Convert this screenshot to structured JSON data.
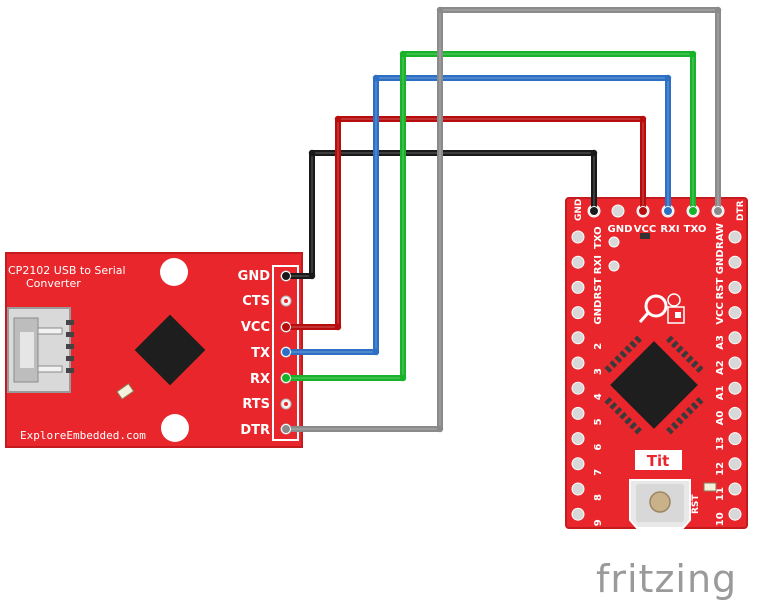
{
  "converter": {
    "title_line1": "CP2102 USB to Serial",
    "title_line2": "Converter",
    "brand": "ExploreEmbedded.com",
    "pins": [
      "GND",
      "CTS",
      "VCC",
      "TX",
      "RX",
      "RTS",
      "DTR"
    ]
  },
  "arduino": {
    "top_corner_left": "GND",
    "top_corner_right": "DTR",
    "top_labels": [
      "GND",
      "VCC",
      "RXI",
      "TXO"
    ],
    "left_labels": [
      "TXO",
      "RXI",
      "RST",
      "GND",
      "2",
      "3",
      "4",
      "5",
      "6",
      "7",
      "8",
      "9"
    ],
    "right_labels": [
      "RAW",
      "GND",
      "RST",
      "VCC",
      "A3",
      "A2",
      "A1",
      "A0",
      "13",
      "12",
      "11",
      "10"
    ],
    "chip_label": "Tit",
    "rst_label": "RST"
  },
  "wires": [
    {
      "from": "GND",
      "to": "GND",
      "color": "#1a1a1a"
    },
    {
      "from": "VCC",
      "to": "VCC",
      "color": "#b80d0d"
    },
    {
      "from": "TX",
      "to": "RXI",
      "color": "#2d6fc4"
    },
    {
      "from": "RX",
      "to": "TXO",
      "color": "#18b32a"
    },
    {
      "from": "DTR",
      "to": "DTR",
      "color": "#8a8a8a"
    }
  ],
  "colors": {
    "board": "#e8262c",
    "board_dark": "#c41b1f"
  },
  "watermark": "fritzing"
}
